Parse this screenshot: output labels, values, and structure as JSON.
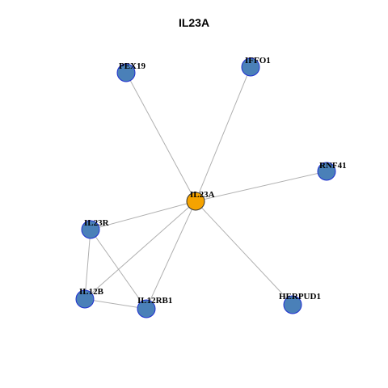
{
  "title": "IL23A",
  "colors": {
    "hub_fill": "#f5a300",
    "hub_stroke": "#333333",
    "node_fill": "#4a80b8",
    "node_stroke": "#1f2fd0",
    "edge": "#b0b0b0"
  },
  "nodes": [
    {
      "id": "IL23A",
      "label": "IL23A",
      "hub": true
    },
    {
      "id": "PEX19",
      "label": "PEX19",
      "hub": false
    },
    {
      "id": "IFFO1",
      "label": "IFFO1",
      "hub": false
    },
    {
      "id": "RNF41",
      "label": "RNF41",
      "hub": false
    },
    {
      "id": "IL23R",
      "label": "IL23R",
      "hub": false
    },
    {
      "id": "IL12B",
      "label": "IL12B",
      "hub": false
    },
    {
      "id": "IL12RB1",
      "label": "IL12RB1",
      "hub": false
    },
    {
      "id": "HERPUD1",
      "label": "HERPUD1",
      "hub": false
    }
  ],
  "edges": [
    [
      "IL23A",
      "PEX19"
    ],
    [
      "IL23A",
      "IFFO1"
    ],
    [
      "IL23A",
      "RNF41"
    ],
    [
      "IL23A",
      "IL23R"
    ],
    [
      "IL23A",
      "IL12B"
    ],
    [
      "IL23A",
      "IL12RB1"
    ],
    [
      "IL23A",
      "HERPUD1"
    ],
    [
      "IL23R",
      "IL12B"
    ],
    [
      "IL23R",
      "IL12RB1"
    ],
    [
      "IL12B",
      "IL12RB1"
    ]
  ]
}
